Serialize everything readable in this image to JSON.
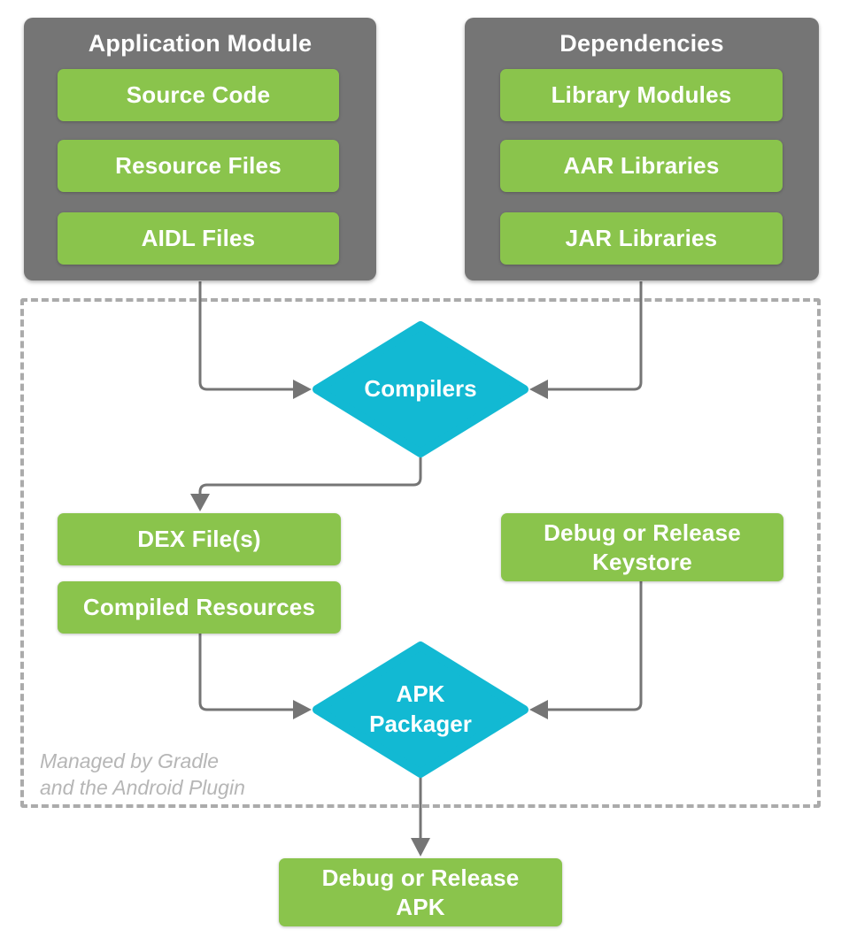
{
  "colors": {
    "box_gray": "#757575",
    "node_green": "#8AC44C",
    "node_cyan": "#12B9D3",
    "connector_gray": "#757575",
    "dashed_border_gray": "#ABABAB",
    "note_text_gray": "#B6B6B6",
    "label_white": "#FFFFFF"
  },
  "app_module": {
    "title": "Application Module",
    "items": [
      "Source Code",
      "Resource Files",
      "AIDL Files"
    ]
  },
  "dependencies": {
    "title": "Dependencies",
    "items": [
      "Library Modules",
      "AAR Libraries",
      "JAR Libraries"
    ]
  },
  "pipeline": {
    "compilers_label": "Compilers",
    "dex_label": "DEX File(s)",
    "compiled_resources_label": "Compiled Resources",
    "keystore_line1": "Debug or Release",
    "keystore_line2": "Keystore",
    "apk_packager_line1": "APK",
    "apk_packager_line2": "Packager",
    "note_line1": "Managed by Gradle",
    "note_line2": "and the Android Plugin"
  },
  "output": {
    "apk_line1": "Debug or Release",
    "apk_line2": "APK"
  }
}
